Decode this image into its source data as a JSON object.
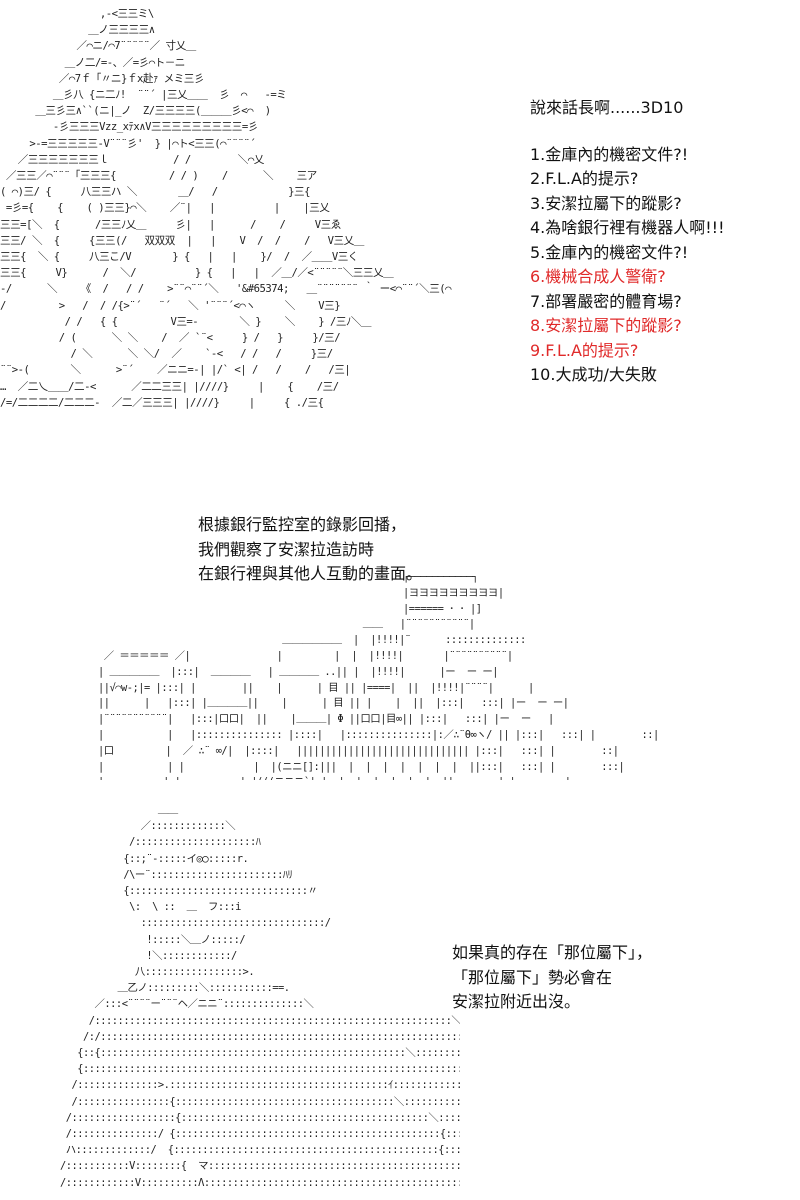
{
  "colors": {
    "text": "#111111",
    "art": "#222222",
    "highlight": "#e02a2a",
    "background": "#ffffff"
  },
  "dice_panel": {
    "heading": "說來話長啊......3D10",
    "options": [
      {
        "label": "1.金庫內的機密文件?!",
        "highlighted": false
      },
      {
        "label": "2.F.L.A的提示?",
        "highlighted": false
      },
      {
        "label": "3.安潔拉屬下的蹤影?",
        "highlighted": false
      },
      {
        "label": "4.為啥銀行裡有機器人啊!!!",
        "highlighted": false
      },
      {
        "label": "5.金庫內的機密文件?!",
        "highlighted": false
      },
      {
        "label": "6.機械合成人警衛?",
        "highlighted": true
      },
      {
        "label": "7.部署嚴密的體育場?",
        "highlighted": false
      },
      {
        "label": "8.安潔拉屬下的蹤影?",
        "highlighted": true
      },
      {
        "label": "9.F.L.A的提示?",
        "highlighted": true
      },
      {
        "label": "10.大成功/大失敗",
        "highlighted": false
      }
    ]
  },
  "narration_1": [
    "根據銀行監控室的錄影回播，",
    "我們觀察了安潔拉造訪時",
    "在銀行裡與其他人互動的畫面。"
  ],
  "narration_2": [
    "如果真的存在「那位屬下」，",
    "「那位屬下」勢必會在",
    "安潔拉附近出沒。"
  ],
  "art": {
    "top": "                 ,-<三三ミ\\\n               ＿ノ三三三三∧\n             ／⌒ニ/⌒7¨¨¨¨¨／ 寸乂＿\n           ＿ノ二/=-、／=彡⌒ト－ニ\n          ／⌒7ｆ「〃ニ}ｆx赴ｧ メミ三彡\n         ＿彡八 {ニ二ﾉ!  ¨¨´ |三乂＿＿  彡  ⌒   -=ミ\n      ＿三彡三∧``(ニ|_ノ  Z/三三三三(＿＿＿彡<⌒  )\n         ‐彡三三三Vzz_xﾃx∧V三三三三三三三三三=彡\n     >-=三三三三三-V¨¨¨彡'  } |⌒ト<三三(⌒¨¨¨¨´\n   ／三三三三三三三ｌ           / /        ＼⌒乂\n ／三三／⌒¨¨¨「三三三{         / / )    /      ＼    三ア\n( ⌒)三/ {     八三三ハ ＼       ＿/   /            }三{\n =彡={    {    ( )三三}⌒＼    ／¨|   |          |    |三乂\n三三=[＼  {      /三三ﾉ乂＿     彡|   |      /    /     V三ゑ\n三三/ ＼  {     {三三(/   双双双  |   |    V  /  /    /   V三乂＿\n三三{  ＼ {     八三こ/V       } {   |   |    }/  /  ／＿＿V三く\n三三{     V}      /  ＼/          } {   |   |  ／＿/／<¨¨¨¨¨＼三三乂＿\n-/      ＼    《  /   / /    >¨¨⌒¨¨´＼   '&#65374;   ＿¨¨¨¨¨¨¨ ｀ ー<⌒¨¨´＼三(⌒\n/         >   /  / /{>¨´   ¨´   ＼ '¨¨¨´<⌒ヽ     ＼    V三}\n           / /   { {         V三=-       ＼ }    ＼    } /三ﾉ＼＿\n          / (      ＼ ＼    /  ／ `¨<     } /   }     }/三/\n            / ＼      ＼ ＼/  ／    `-<   / /   /     }三/\n¨¨>-(       ＼      >¨´    ／ニニ=-| |/` <| /   /    /   /三|\n…  ／二乀＿＿/二-<      ／二二三三| |////}     |    {    /三/\n/=/二二二二/二二二-  ／二／三三三| |////}     |     { ./三{",
    "middle": "                                                     ┌───────────┐\n                                                     |ヨヨヨヨヨヨヨヨヨ|\n                                                     |====== ･ ･ |]\n                                              ＿＿   |¨¨¨¨¨¨¨¨¨¨¨|\n                                ＿＿＿＿＿＿  |  |!!!!|¨      ::::::::::::::\n ／ ＝＝＝＝＝ ／|               |         |  |  |!!!!|       |¨¨¨¨¨¨¨¨¨¨|\n| ＿＿＿＿＿  |:::|  ＿＿＿＿   | ＿＿＿＿ ..|| |  |!!!!|      |ー  ー ー|\n||√⌒w‐;|= |:::| |        ||    |      | 目 || |====|  ||  |!!!!|¨¨¨¨|      |\n||      |   |:::| |＿＿＿＿||    |      | 目 || |    |  ||  |:::|   :::| |ー  ー ー|\n|¨¨¨¨¨¨¨¨¨¨¨|   |:::|口口|  ||    |＿＿＿| Φ ||口口|目∞|| |:::|   :::| |ー  ー   |\n|           |   |::::::::::::::: |::::|   |:::::::::::::::|:／∴¨θ∞ヽ/ || |:::|   :::| |        ::|\n|口         |  ／ ∴¨ ∞/|  |::::|   |||||||||||||||||||||||||||||| |:::|   :::| |        ::|\n|           | |            |  |(ニニ[]:|||  |  |  |  |  |  |  |  ||:::|   :::| |        :::|\n|＿＿＿＿＿＿| |＿＿＿＿＿＿| |(((ニニニ`| |  |  |  |  |  |  |  ||.....＿-| |＿＿＿＿＿|",
    "bottom": "                 ＿＿\n              ／:::::::::::::＼\n            /:::::::::::::::::::::ﾊ\n           {::;¨-:::::イ◎◯:::::r.\n           /\\ー¨:::::::::::::::::::::::ﾊﾘ\n           {:::::::::::::::::::::::::::::::〃\n            \\:  \\ ::  ＿  フ:::i\n              ::::::::::::::::::::::::::::::::/\n               !:::::＼＿ノ:::::/\n               !＼::::::::::::/\n             八:::::::::::::::::>.\n          ＿乙ノ:::::::::＼:::::::::::==.\n      ／:::<¨¨¨¨ー¨¨¨ヘ／ニニ¨::::::::::::::＼\n     /::::::::::::::::::::::::::::::::::::::::::::::::::::::::::::::＼\n    /:/::::::::::::::::::::::::::::::::::::::::::::::::::::::::::::::::::ﾊ\n   {::{:::::::::::::::::::::::::::::::::::::::::::::::::::::＼:::::::::＼\n   {:::::::::::::::::::::::::::::::::::::::::::::::::::::::::::::::::::::::ﾊ\n  /::::::::::::::>.::::::::::::::::::::::::::::::::::::::ｲ::::::::::::::::::\\\n  /::::::::::::::::{::::::::::::::::::::::::::::::::::::::＼:::::::::::::::::::::.\n /::::::::::::::::::{:::::::::::::::::::::::::::::::::::::::::::＼::::::::::::::::::::\n /:::::::::::::::/ {::::::::::::::::::::::::::::::::::::::::::::::{::::::::::::::::::ﾑ\n ハ:::::::::::::/  {::::::::::::::::::::::::::::::::::::::::::::::{::::::::::::::::::::\n/:::::::::::V::::::::{  マ:::::::::::::::::::::::::::::::::::::::::::::{::::::::::::::::::::\n/::::::::::::V::::::::::Λ::::::::::::::::::::::::::::::::::::::::::::::::{:::::::::::::::::::::"
  }
}
